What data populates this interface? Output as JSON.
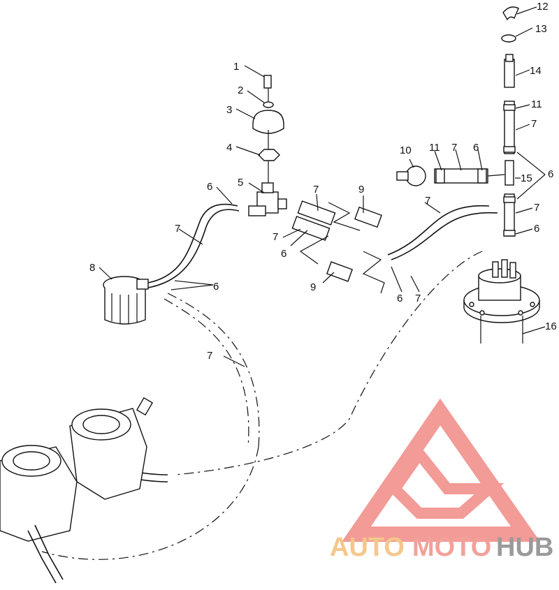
{
  "diagram": {
    "callouts": [
      {
        "id": "c1",
        "text": "1"
      },
      {
        "id": "c2",
        "text": "2"
      },
      {
        "id": "c3",
        "text": "3"
      },
      {
        "id": "c4",
        "text": "4"
      },
      {
        "id": "c5",
        "text": "5"
      },
      {
        "id": "c6a",
        "text": "6"
      },
      {
        "id": "c7a",
        "text": "7"
      },
      {
        "id": "c7b",
        "text": "7"
      },
      {
        "id": "c7c",
        "text": "7"
      },
      {
        "id": "c6b",
        "text": "6"
      },
      {
        "id": "c9a",
        "text": "9"
      },
      {
        "id": "c8",
        "text": "8"
      },
      {
        "id": "c6c",
        "text": "6"
      },
      {
        "id": "c7d",
        "text": "7"
      },
      {
        "id": "c9b",
        "text": "9"
      },
      {
        "id": "c6d",
        "text": "6"
      },
      {
        "id": "c7e",
        "text": "7"
      },
      {
        "id": "c10",
        "text": "10"
      },
      {
        "id": "c11a",
        "text": "11"
      },
      {
        "id": "c7f",
        "text": "7"
      },
      {
        "id": "c6e",
        "text": "6"
      },
      {
        "id": "c12",
        "text": "12"
      },
      {
        "id": "c13",
        "text": "13"
      },
      {
        "id": "c14",
        "text": "14"
      },
      {
        "id": "c11b",
        "text": "11"
      },
      {
        "id": "c7g",
        "text": "7"
      },
      {
        "id": "c15",
        "text": "15"
      },
      {
        "id": "c6f",
        "text": "6"
      },
      {
        "id": "c7h",
        "text": "7"
      },
      {
        "id": "c6g",
        "text": "6"
      },
      {
        "id": "c16",
        "text": "16"
      },
      {
        "id": "c7i",
        "text": "7"
      }
    ]
  },
  "watermark": {
    "part1": "AUTO",
    "part2": "MOTO",
    "part3": "HUB",
    "color_auto": "#f5c78a",
    "color_moto": "#f4a09a",
    "color_hub": "#9a9a9a",
    "logo_color": "#f08a85"
  }
}
